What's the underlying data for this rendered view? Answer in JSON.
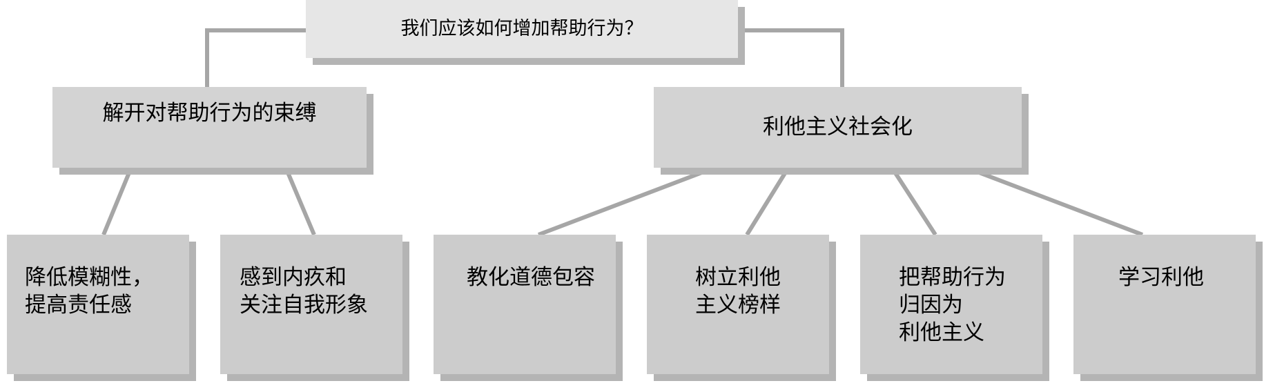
{
  "diagram": {
    "root": {
      "label": "我们应该如何增加帮助行为？"
    },
    "branches": [
      {
        "label": "解开对帮助行为的束缚",
        "children": [
          {
            "label": "降低模糊性，\n提高责任感"
          },
          {
            "label": "感到内疚和\n关注自我形象"
          }
        ]
      },
      {
        "label": "利他主义社会化",
        "children": [
          {
            "label": "教化道德包容"
          },
          {
            "label": "树立利他\n主义榜样"
          },
          {
            "label": "把帮助行为\n归因为\n利他主义"
          },
          {
            "label": "学习利他"
          }
        ]
      }
    ]
  },
  "colors": {
    "root_box": "#e6e6e6",
    "mid_box": "#d3d3d3",
    "leaf_box": "#cccccc",
    "shadow": "#b4b4b4",
    "connector": "#a6a6a6",
    "text": "#000000"
  }
}
